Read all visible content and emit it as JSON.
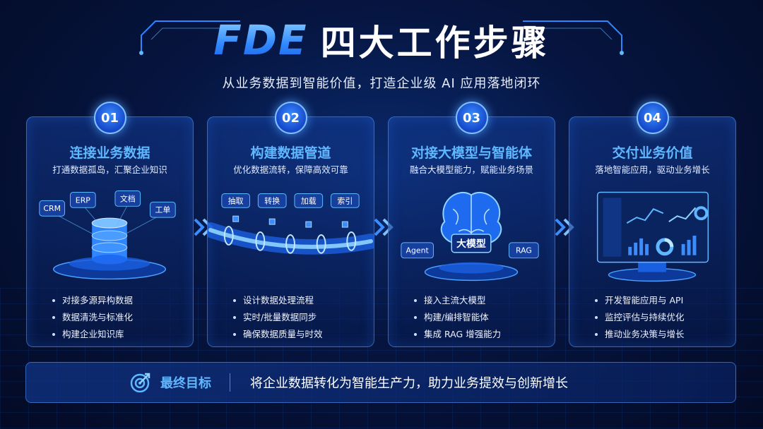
{
  "header": {
    "title_en": "FDE",
    "title_cn": "四大工作步骤",
    "subtitle": "从业务数据到智能价值，打造企业级 AI 应用落地闭环"
  },
  "steps": [
    {
      "number": "01",
      "title": "连接业务数据",
      "subtitle": "打通数据孤岛，汇聚企业知识",
      "tags": [
        "CRM",
        "ERP",
        "文档",
        "工单"
      ],
      "bullets": [
        "对接多源异构数据",
        "数据清洗与标准化",
        "构建企业知识库"
      ]
    },
    {
      "number": "02",
      "title": "构建数据管道",
      "subtitle": "优化数据流转，保障高效可靠",
      "tags": [
        "抽取",
        "转换",
        "加载",
        "索引"
      ],
      "bullets": [
        "设计数据处理流程",
        "实时/批量数据同步",
        "确保数据质量与时效"
      ]
    },
    {
      "number": "03",
      "title": "对接大模型与智能体",
      "subtitle": "融合大模型能力，赋能业务场景",
      "tags": [
        "Agent",
        "大模型",
        "RAG"
      ],
      "bullets": [
        "接入主流大模型",
        "构建/编排智能体",
        "集成 RAG 增强能力"
      ]
    },
    {
      "number": "04",
      "title": "交付业务价值",
      "subtitle": "落地智能应用，驱动业务增长",
      "tags": [],
      "bullets": [
        "开发智能应用与 API",
        "监控评估与持续优化",
        "推动业务决策与增长"
      ]
    }
  ],
  "goal": {
    "label": "最终目标",
    "text": "将企业数据转化为智能生产力，助力业务提效与创新增长"
  },
  "colors": {
    "accent": "#5fb8ff",
    "primary": "#2f86ff",
    "background": "#061540"
  }
}
